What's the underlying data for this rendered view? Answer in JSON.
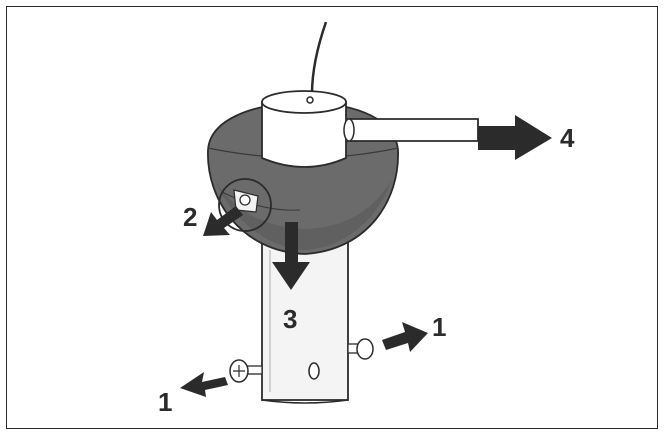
{
  "diagram": {
    "labels": {
      "step_1_right": "1",
      "step_1_left": "1",
      "step_2": "2",
      "step_3": "3",
      "step_4": "4"
    },
    "colors": {
      "line": "#2b2b2b",
      "shade": "#6b6b6b",
      "shade_dark": "#555555",
      "pole_fill": "#f4f4f4",
      "white": "#ffffff"
    }
  }
}
